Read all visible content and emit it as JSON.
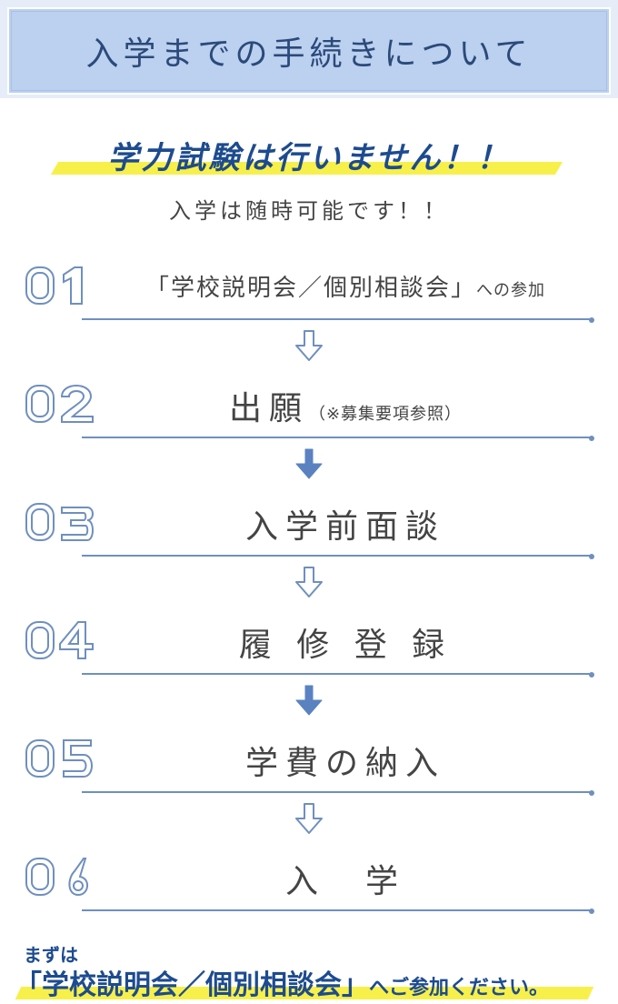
{
  "header": {
    "title": "入学までの手続きについて"
  },
  "headline": "学力試験は行いません！！",
  "subhead": "入学は随時可能です！！",
  "steps": [
    {
      "num": "01",
      "label": "「学校説明会／個別相談会」",
      "suffix": "への参加"
    },
    {
      "num": "02",
      "label": "出願",
      "suffix": "（※募集要項参照）"
    },
    {
      "num": "03",
      "label": "入学前面談",
      "suffix": ""
    },
    {
      "num": "04",
      "label": "履 修 登 録",
      "suffix": ""
    },
    {
      "num": "05",
      "label": "学費の納入",
      "suffix": ""
    },
    {
      "num": "06",
      "label": "入　学",
      "suffix": ""
    }
  ],
  "arrows": [
    "outline",
    "filled",
    "outline",
    "filled",
    "outline"
  ],
  "colors": {
    "accent": "#1d4b8f",
    "line": "#6f8fbf",
    "highlight": "#f7f04a",
    "header_bg": "#bcd0ef"
  },
  "footer": {
    "lead": "まずは",
    "main": "「学校説明会／個別相談会」",
    "suffix": "へご参加ください。"
  }
}
